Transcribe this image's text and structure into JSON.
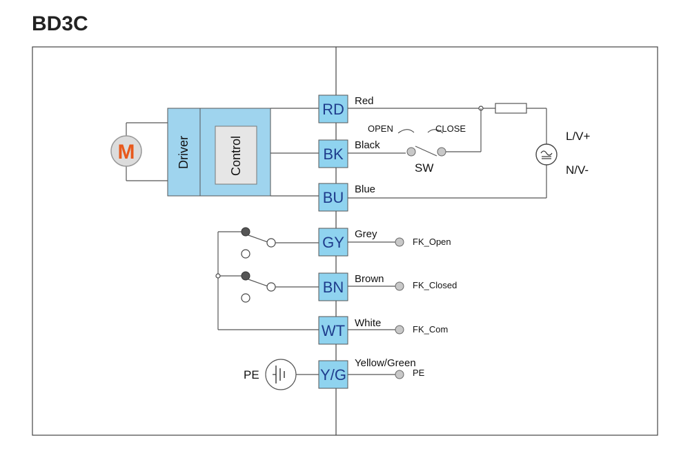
{
  "title": "BD3C",
  "motor": {
    "letter": "M",
    "icon": "motor-icon",
    "letter_color": "#e8591c"
  },
  "driver_label": "Driver",
  "control_label": "Control",
  "terminals": [
    {
      "code": "RD",
      "wire_label": "Red"
    },
    {
      "code": "BK",
      "wire_label": "Black"
    },
    {
      "code": "BU",
      "wire_label": "Blue"
    },
    {
      "code": "GY",
      "wire_label": "Grey",
      "signal": "FK_Open"
    },
    {
      "code": "BN",
      "wire_label": "Brown",
      "signal": "FK_Closed"
    },
    {
      "code": "WT",
      "wire_label": "White",
      "signal": "FK_Com"
    },
    {
      "code": "Y/G",
      "wire_label": "Yellow/Green",
      "signal": "PE"
    }
  ],
  "switch": {
    "open_label": "OPEN",
    "close_label": "CLOSE",
    "name": "SW"
  },
  "supply": {
    "line_label": "L/V+",
    "neutral_label": "N/V-",
    "icon": "ac-source-icon"
  },
  "earth": {
    "label": "PE",
    "icon": "earth-icon"
  },
  "colors": {
    "terminal_fill": "#8fd3ef",
    "terminal_text": "#1e3c8c",
    "driver_fill": "#9fd4ee",
    "control_fill": "#e6e6e6"
  }
}
